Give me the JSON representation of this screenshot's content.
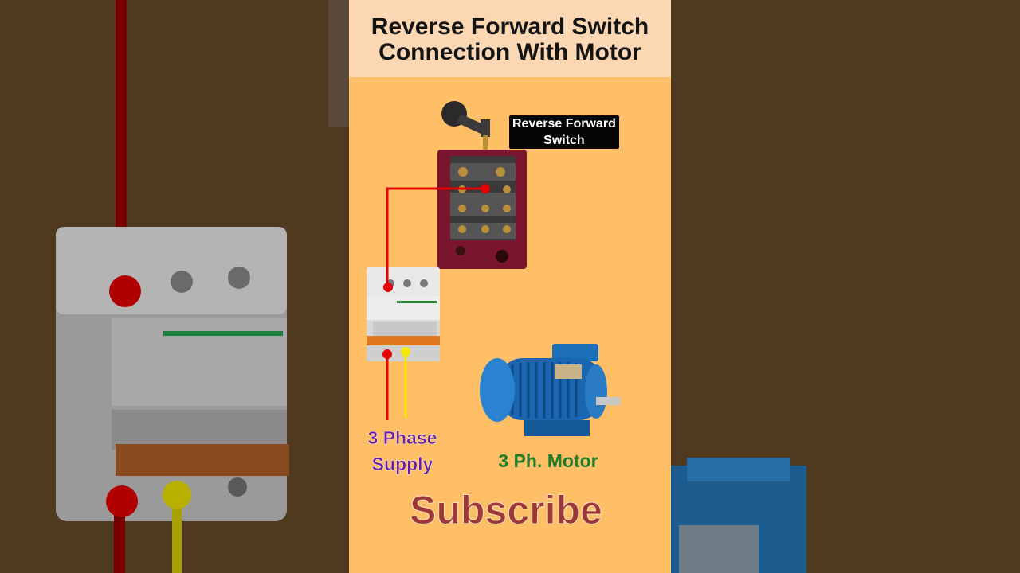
{
  "title": {
    "line1": "Reverse Forward Switch",
    "line2": "Connection With Motor"
  },
  "labels": {
    "switch": "Reverse Forward Switch",
    "supply": "3 Phase Supply",
    "motor": "3 Ph. Motor",
    "subscribe": "Subscribe"
  },
  "colors": {
    "panel_background": "#ffbf66",
    "title_background": "#fbd7b3",
    "side_background": "#4f3a1f",
    "wire_red": "#e60000",
    "wire_yellow": "#f5e800",
    "supply_text": "#6b1fa0",
    "motor_text": "#1f7d2b",
    "subscribe_text": "#9e3837"
  },
  "components": [
    {
      "name": "reverse-forward-switch"
    },
    {
      "name": "mcb-breaker"
    },
    {
      "name": "three-phase-motor"
    }
  ]
}
